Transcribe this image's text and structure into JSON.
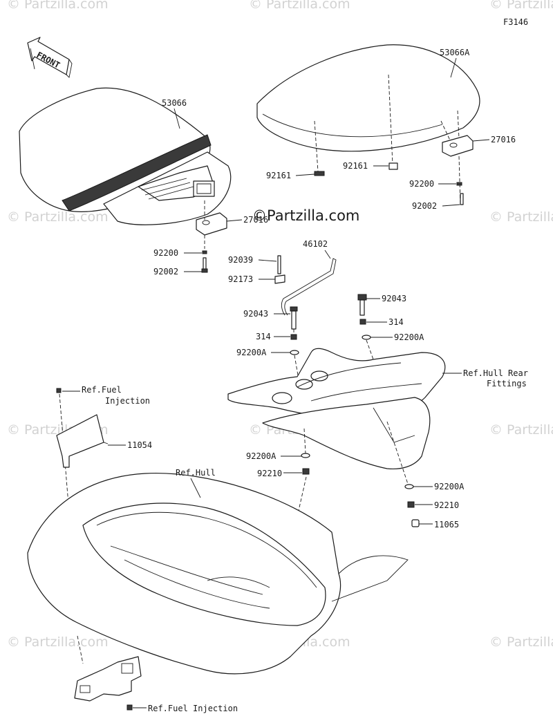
{
  "figure_code": "F3146",
  "front_label": "FRONT",
  "center_watermark": "©Partzilla.com",
  "watermark_text": "© Partzilla.com",
  "labels": {
    "seat_front": "53066",
    "seat_rear": "53066A",
    "stopper_rear": "27016",
    "stopper_front": "27016",
    "clip_rear_left": "92161",
    "clip_rear_mid": "92161",
    "washer_rear": "92200",
    "bolt_rear": "92002",
    "washer_front": "92200",
    "bolt_front": "92002",
    "rod": "46102",
    "pin_92039": "92039",
    "clip_92173": "92173",
    "bolt_left": "92043",
    "bolt_right": "92043",
    "part_314_left": "314",
    "part_314_right": "314",
    "washer_a_left_top": "92200A",
    "washer_a_right_top": "92200A",
    "ref_fuel_top_1": "Ref.Fuel",
    "ref_fuel_top_2": "Injection",
    "bracket_11054": "11054",
    "ref_hull_rear_1": "Ref.Hull Rear",
    "ref_hull_rear_2": "Fittings",
    "ref_hull": "Ref.Hull",
    "washer_a_left_bottom": "92200A",
    "nut_left_bottom": "92210",
    "washer_a_right_bottom": "92200A",
    "nut_right_bottom": "92210",
    "cap_11065": "11065",
    "ref_fuel_bottom": "Ref.Fuel Injection"
  }
}
